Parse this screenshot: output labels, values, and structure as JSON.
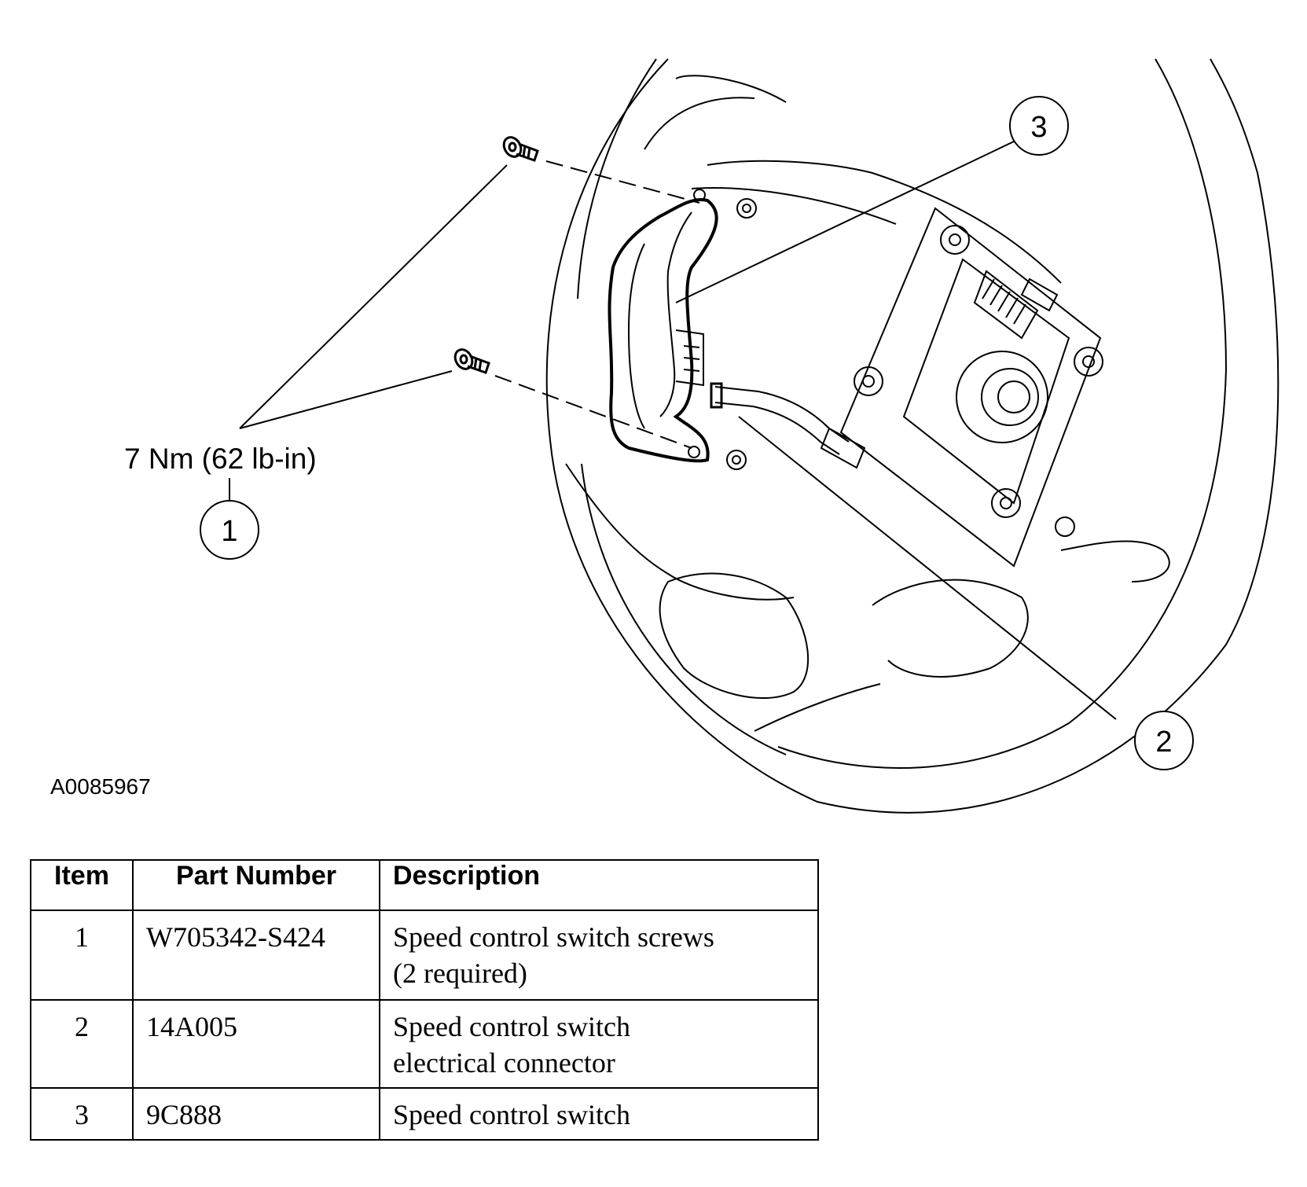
{
  "figure": {
    "torque_spec": "7 Nm (62 lb-in)",
    "figure_id": "A0085967",
    "callouts": [
      "1",
      "2",
      "3"
    ]
  },
  "table": {
    "headers": [
      "Item",
      "Part Number",
      "Description"
    ],
    "rows": [
      {
        "item": "1",
        "part_number": "W705342-S424",
        "description_line1": "Speed control switch screws",
        "description_line2": "(2 required)"
      },
      {
        "item": "2",
        "part_number": "14A005",
        "description_line1": "Speed control switch",
        "description_line2": "electrical connector"
      },
      {
        "item": "3",
        "part_number": "9C888",
        "description_line1": "Speed control switch",
        "description_line2": ""
      }
    ]
  }
}
